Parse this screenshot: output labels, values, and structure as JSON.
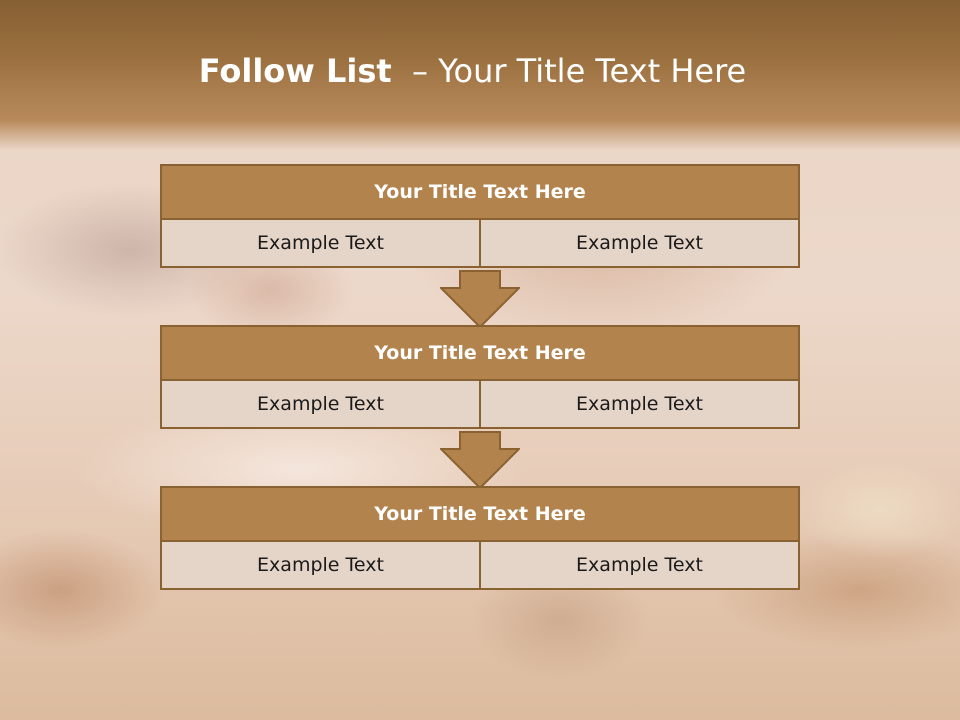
{
  "slide": {
    "title_bold": "Follow List",
    "title_rest": "  – Your Title Text Here"
  },
  "steps": [
    {
      "title": "Your Title Text Here",
      "cells": [
        "Example Text",
        "Example Text"
      ]
    },
    {
      "title": "Your Title Text Here",
      "cells": [
        "Example Text",
        "Example Text"
      ]
    },
    {
      "title": "Your Title Text Here",
      "cells": [
        "Example Text",
        "Example Text"
      ]
    }
  ],
  "colors": {
    "header_bar": "#9c7140",
    "block_fill": "#b2834c",
    "block_border": "#8a6131",
    "cell_fill": "#e5d4c8"
  },
  "icons": [
    "down-arrow-icon"
  ]
}
